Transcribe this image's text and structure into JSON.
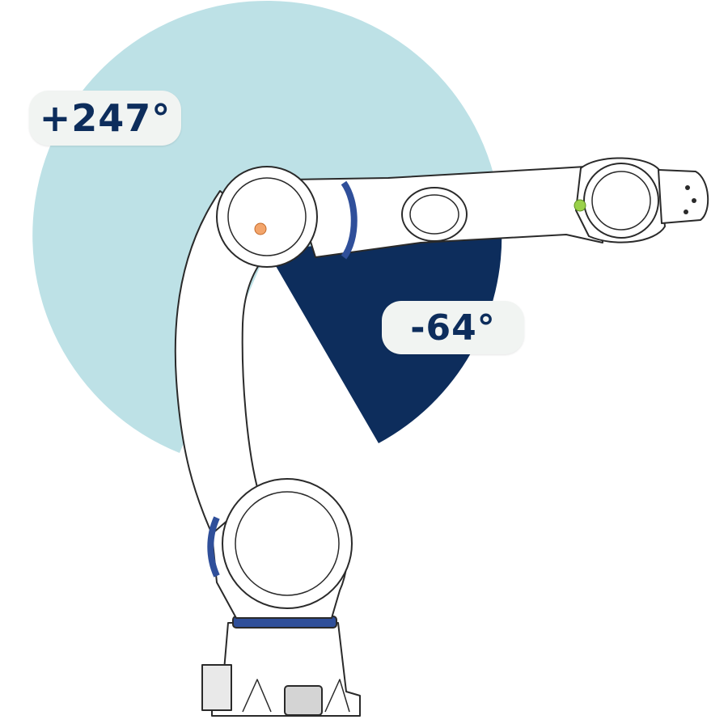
{
  "colors": {
    "range_positive": "#bde1e6",
    "range_negative": "#0d2d5c",
    "label_bg": "#f1f4f2",
    "label_text": "#0d2d5c",
    "robot_body": "#ffffff",
    "robot_outline": "#2a2a2a",
    "joint_ring": "#2f4f9a",
    "joint_dot_orange": "#f3a56b",
    "joint_dot_green": "#9ad14a"
  },
  "angles": {
    "positive_label": "+247°",
    "negative_label": "-64°"
  },
  "icons": {
    "arm": "collaborative-robot-arm",
    "range_positive": "positive-rotation-sector",
    "range_negative": "negative-rotation-sector"
  }
}
